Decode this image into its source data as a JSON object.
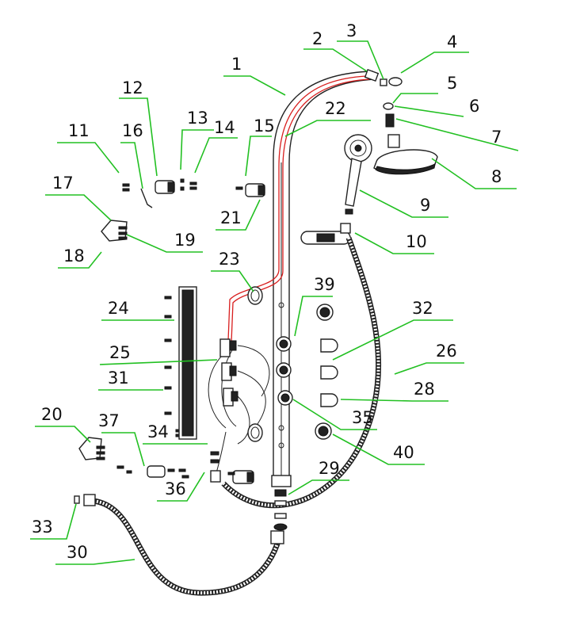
{
  "labels": [
    "1",
    "2",
    "3",
    "4",
    "5",
    "6",
    "7",
    "8",
    "9",
    "10",
    "11",
    "12",
    "13",
    "14",
    "15",
    "16",
    "17",
    "18",
    "19",
    "20",
    "21",
    "22",
    "23",
    "24",
    "25",
    "26",
    "28",
    "29",
    "30",
    "31",
    "32",
    "33",
    "34",
    "35",
    "36",
    "37",
    "39",
    "40"
  ],
  "colors": {
    "leader": "#22c022",
    "line": "#222222",
    "tube": "#d81e1e"
  }
}
